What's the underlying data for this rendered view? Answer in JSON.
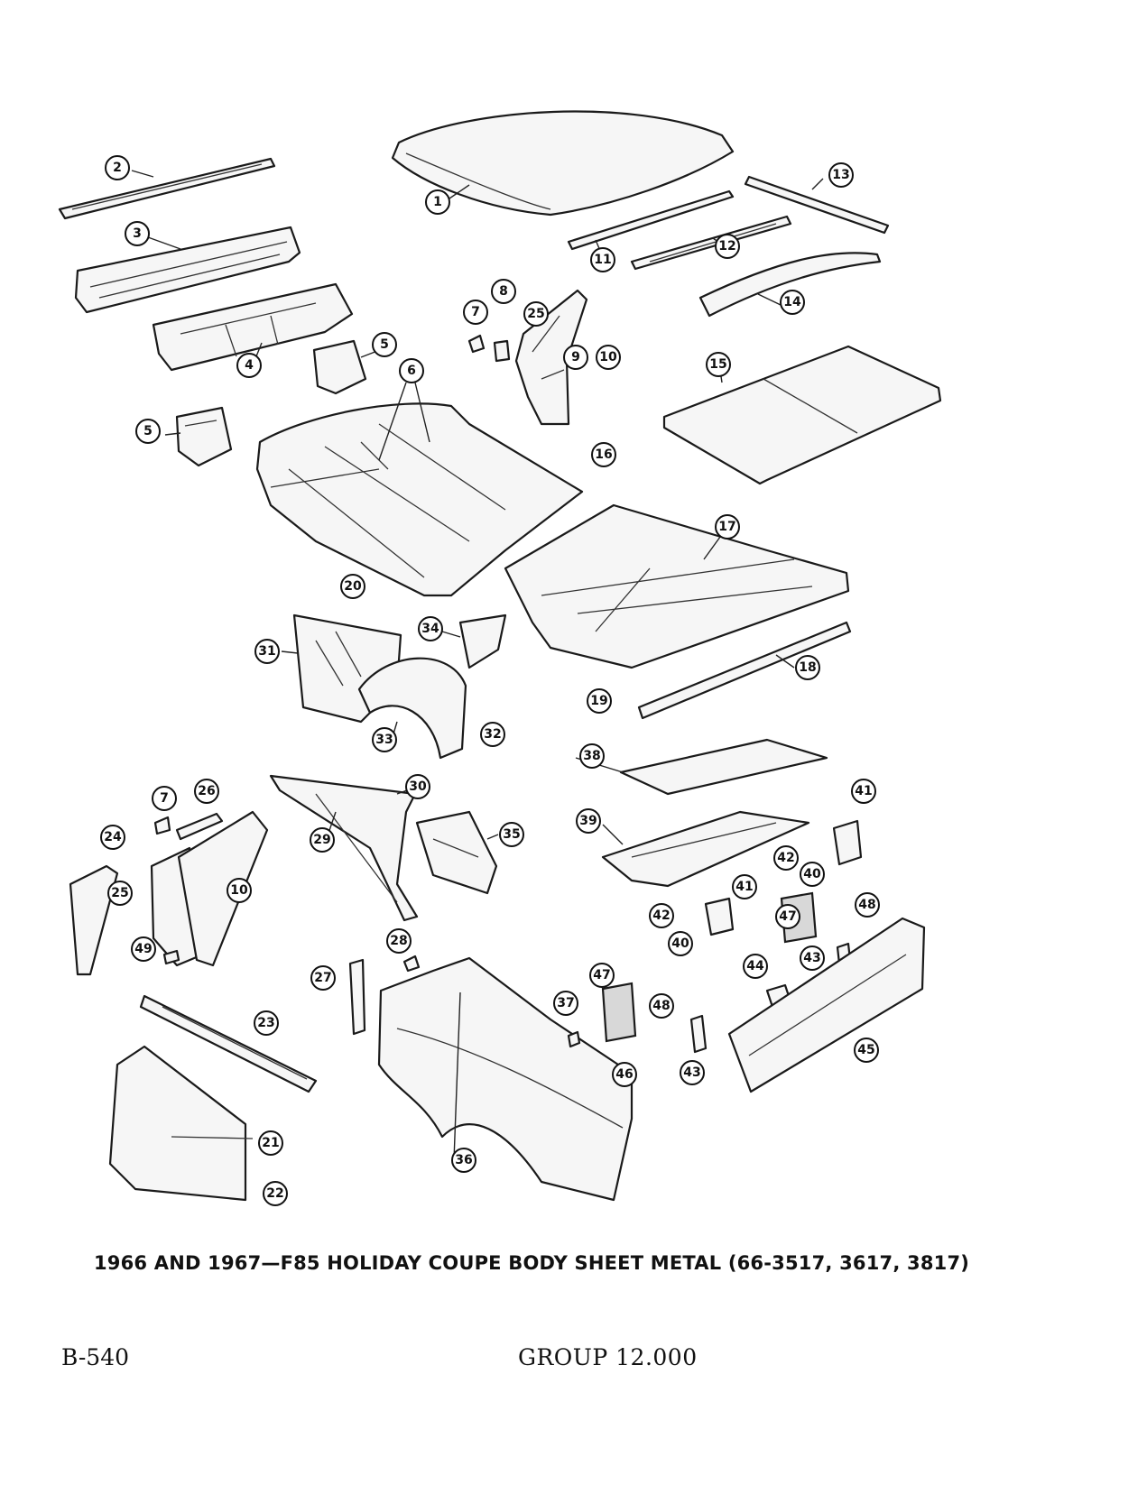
{
  "caption": "1966 AND 1967—F85 HOLIDAY COUPE BODY SHEET METAL (66-3517, 3617, 3817)",
  "page_number": "B-540",
  "group": "GROUP 12.000",
  "callouts": [
    "1",
    "2",
    "3",
    "4",
    "5",
    "5",
    "6",
    "7",
    "8",
    "25",
    "9",
    "10",
    "11",
    "12",
    "13",
    "14",
    "15",
    "16",
    "17",
    "18",
    "19",
    "20",
    "31",
    "34",
    "33",
    "32",
    "38",
    "39",
    "41",
    "42",
    "40",
    "29",
    "30",
    "35",
    "7",
    "26",
    "24",
    "25",
    "10",
    "49",
    "41",
    "42",
    "40",
    "47",
    "48",
    "43",
    "44",
    "45",
    "28",
    "27",
    "37",
    "47",
    "48",
    "46",
    "43",
    "23",
    "21",
    "22",
    "36"
  ]
}
